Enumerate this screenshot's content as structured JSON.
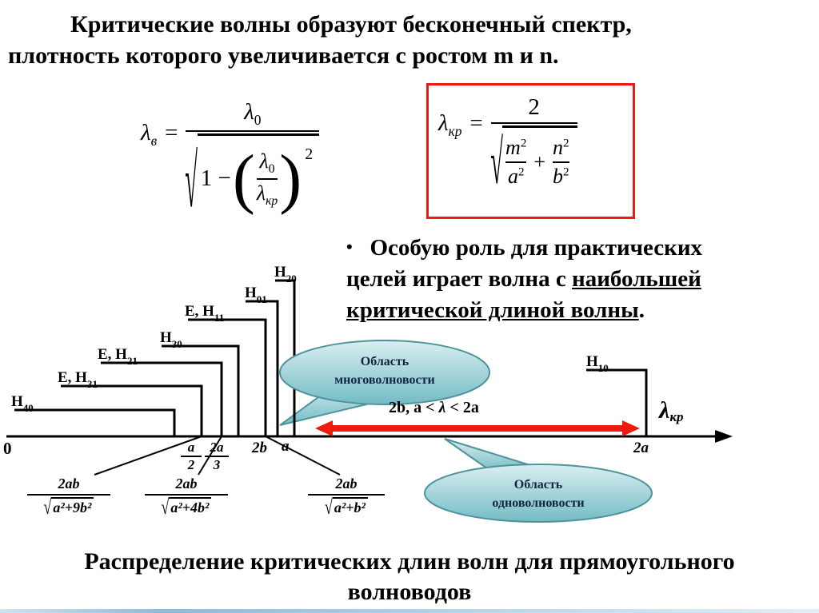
{
  "title": {
    "line1": "Критические волны образуют бесконечный спектр,",
    "line2": "плотность которого увеличивается с ростом m и n."
  },
  "formula_guide": {
    "lhs": "λ",
    "lhs_sub": "в",
    "eq": "=",
    "num": "λ",
    "num_sub": "0",
    "sqrt_sign": "√",
    "den_lead": "1 −",
    "paren_open": "(",
    "paren_close": ")",
    "inner_num": "λ",
    "inner_num_sub": "0",
    "inner_den": "λ",
    "inner_den_sub": "кр",
    "power": "2"
  },
  "formula_crit": {
    "lhs": "λ",
    "lhs_sub": "кр",
    "eq": "=",
    "num": "2",
    "sqrt_sign": "√",
    "t1_num": "m",
    "t1_num_pow": "2",
    "t1_den": "a",
    "t1_den_pow": "2",
    "plus": "+",
    "t2_num": "n",
    "t2_num_pow": "2",
    "t2_den": "b",
    "t2_den_pow": "2"
  },
  "bullet": {
    "marker": "•",
    "line1": "Особую роль для практических",
    "line2_pre": "целей играет волна с ",
    "line2_underlined": "наибольшей",
    "line3_underlined": "критической длиной волны",
    "line3_post": "."
  },
  "diagram": {
    "modes": [
      {
        "pre": "H",
        "sub": "20"
      },
      {
        "pre": "H",
        "sub": "01"
      },
      {
        "pre": "E, H",
        "sub": "11"
      },
      {
        "pre": "H",
        "sub": "30"
      },
      {
        "pre": "E, H",
        "sub": "21"
      },
      {
        "pre": "E, H",
        "sub": "31"
      },
      {
        "pre": "H",
        "sub": "40"
      }
    ],
    "mode_right": {
      "pre": "H",
      "sub": "10"
    },
    "axis": {
      "origin": "0",
      "lambda": "λ",
      "lambda_sub": "кр"
    },
    "ticks": {
      "frac_a2": {
        "num": "a",
        "den": "2"
      },
      "frac_2a3": {
        "num": "2a",
        "den": "3"
      },
      "t_2b": "2b",
      "t_a": "a",
      "t_2a": "2a"
    },
    "range": {
      "pre": "2b, a < ",
      "lambda": "λ",
      "post": " < 2a"
    },
    "sqrt_sign": "√",
    "fractions": [
      {
        "num": "2ab",
        "den": "a²+9b²"
      },
      {
        "num": "2ab",
        "den": "a²+4b²"
      },
      {
        "num": "2ab",
        "den": "a²+b²"
      }
    ],
    "bubble_multi": {
      "line1": "Область",
      "line2": "многоволновости"
    },
    "bubble_single": {
      "line1": "Область",
      "line2": "одноволновости"
    }
  },
  "caption": {
    "line1": "Распределение критических длин волн для прямоугольного",
    "line2": "волноводов"
  },
  "colors": {
    "accent_red": "#ed1b0e",
    "bubble_teal": "#8fd0d8",
    "ink": "#000000"
  }
}
